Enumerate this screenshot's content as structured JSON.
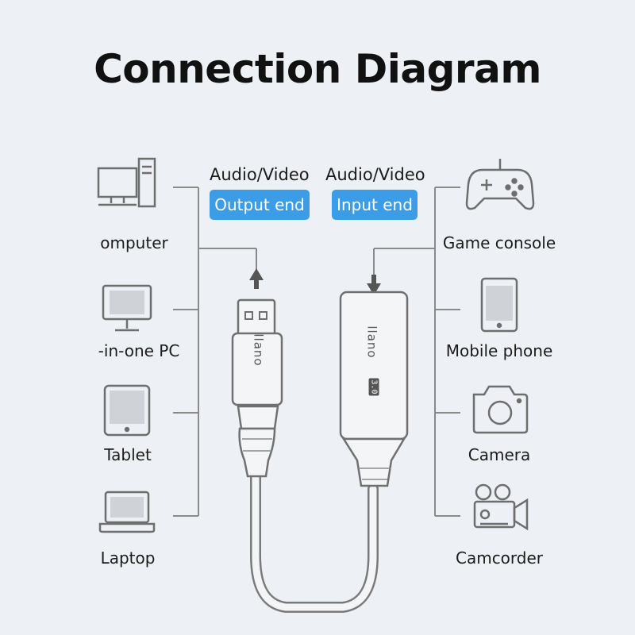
{
  "title": "Connection Diagram",
  "output_end": {
    "caption": "Audio/Video",
    "label": "Output end"
  },
  "input_end": {
    "caption": "Audio/Video",
    "label": "Input end"
  },
  "left_devices": [
    {
      "label": "omputer",
      "icon": "desktop-computer-icon"
    },
    {
      "label": "-in-one PC",
      "icon": "all-in-one-pc-icon"
    },
    {
      "label": "Tablet",
      "icon": "tablet-icon"
    },
    {
      "label": "Laptop",
      "icon": "laptop-icon"
    }
  ],
  "right_devices": [
    {
      "label": "Game console",
      "icon": "gamepad-icon"
    },
    {
      "label": "Mobile phone",
      "icon": "mobile-phone-icon"
    },
    {
      "label": "Camera",
      "icon": "camera-icon"
    },
    {
      "label": "Camcorder",
      "icon": "camcorder-icon"
    }
  ],
  "device": {
    "brand": "llano",
    "version": "3.0"
  },
  "colors": {
    "background": "#edf0f4",
    "accent": "#3c9ce6",
    "line": "#8a8a8a",
    "icon": "#6e6e6e"
  }
}
